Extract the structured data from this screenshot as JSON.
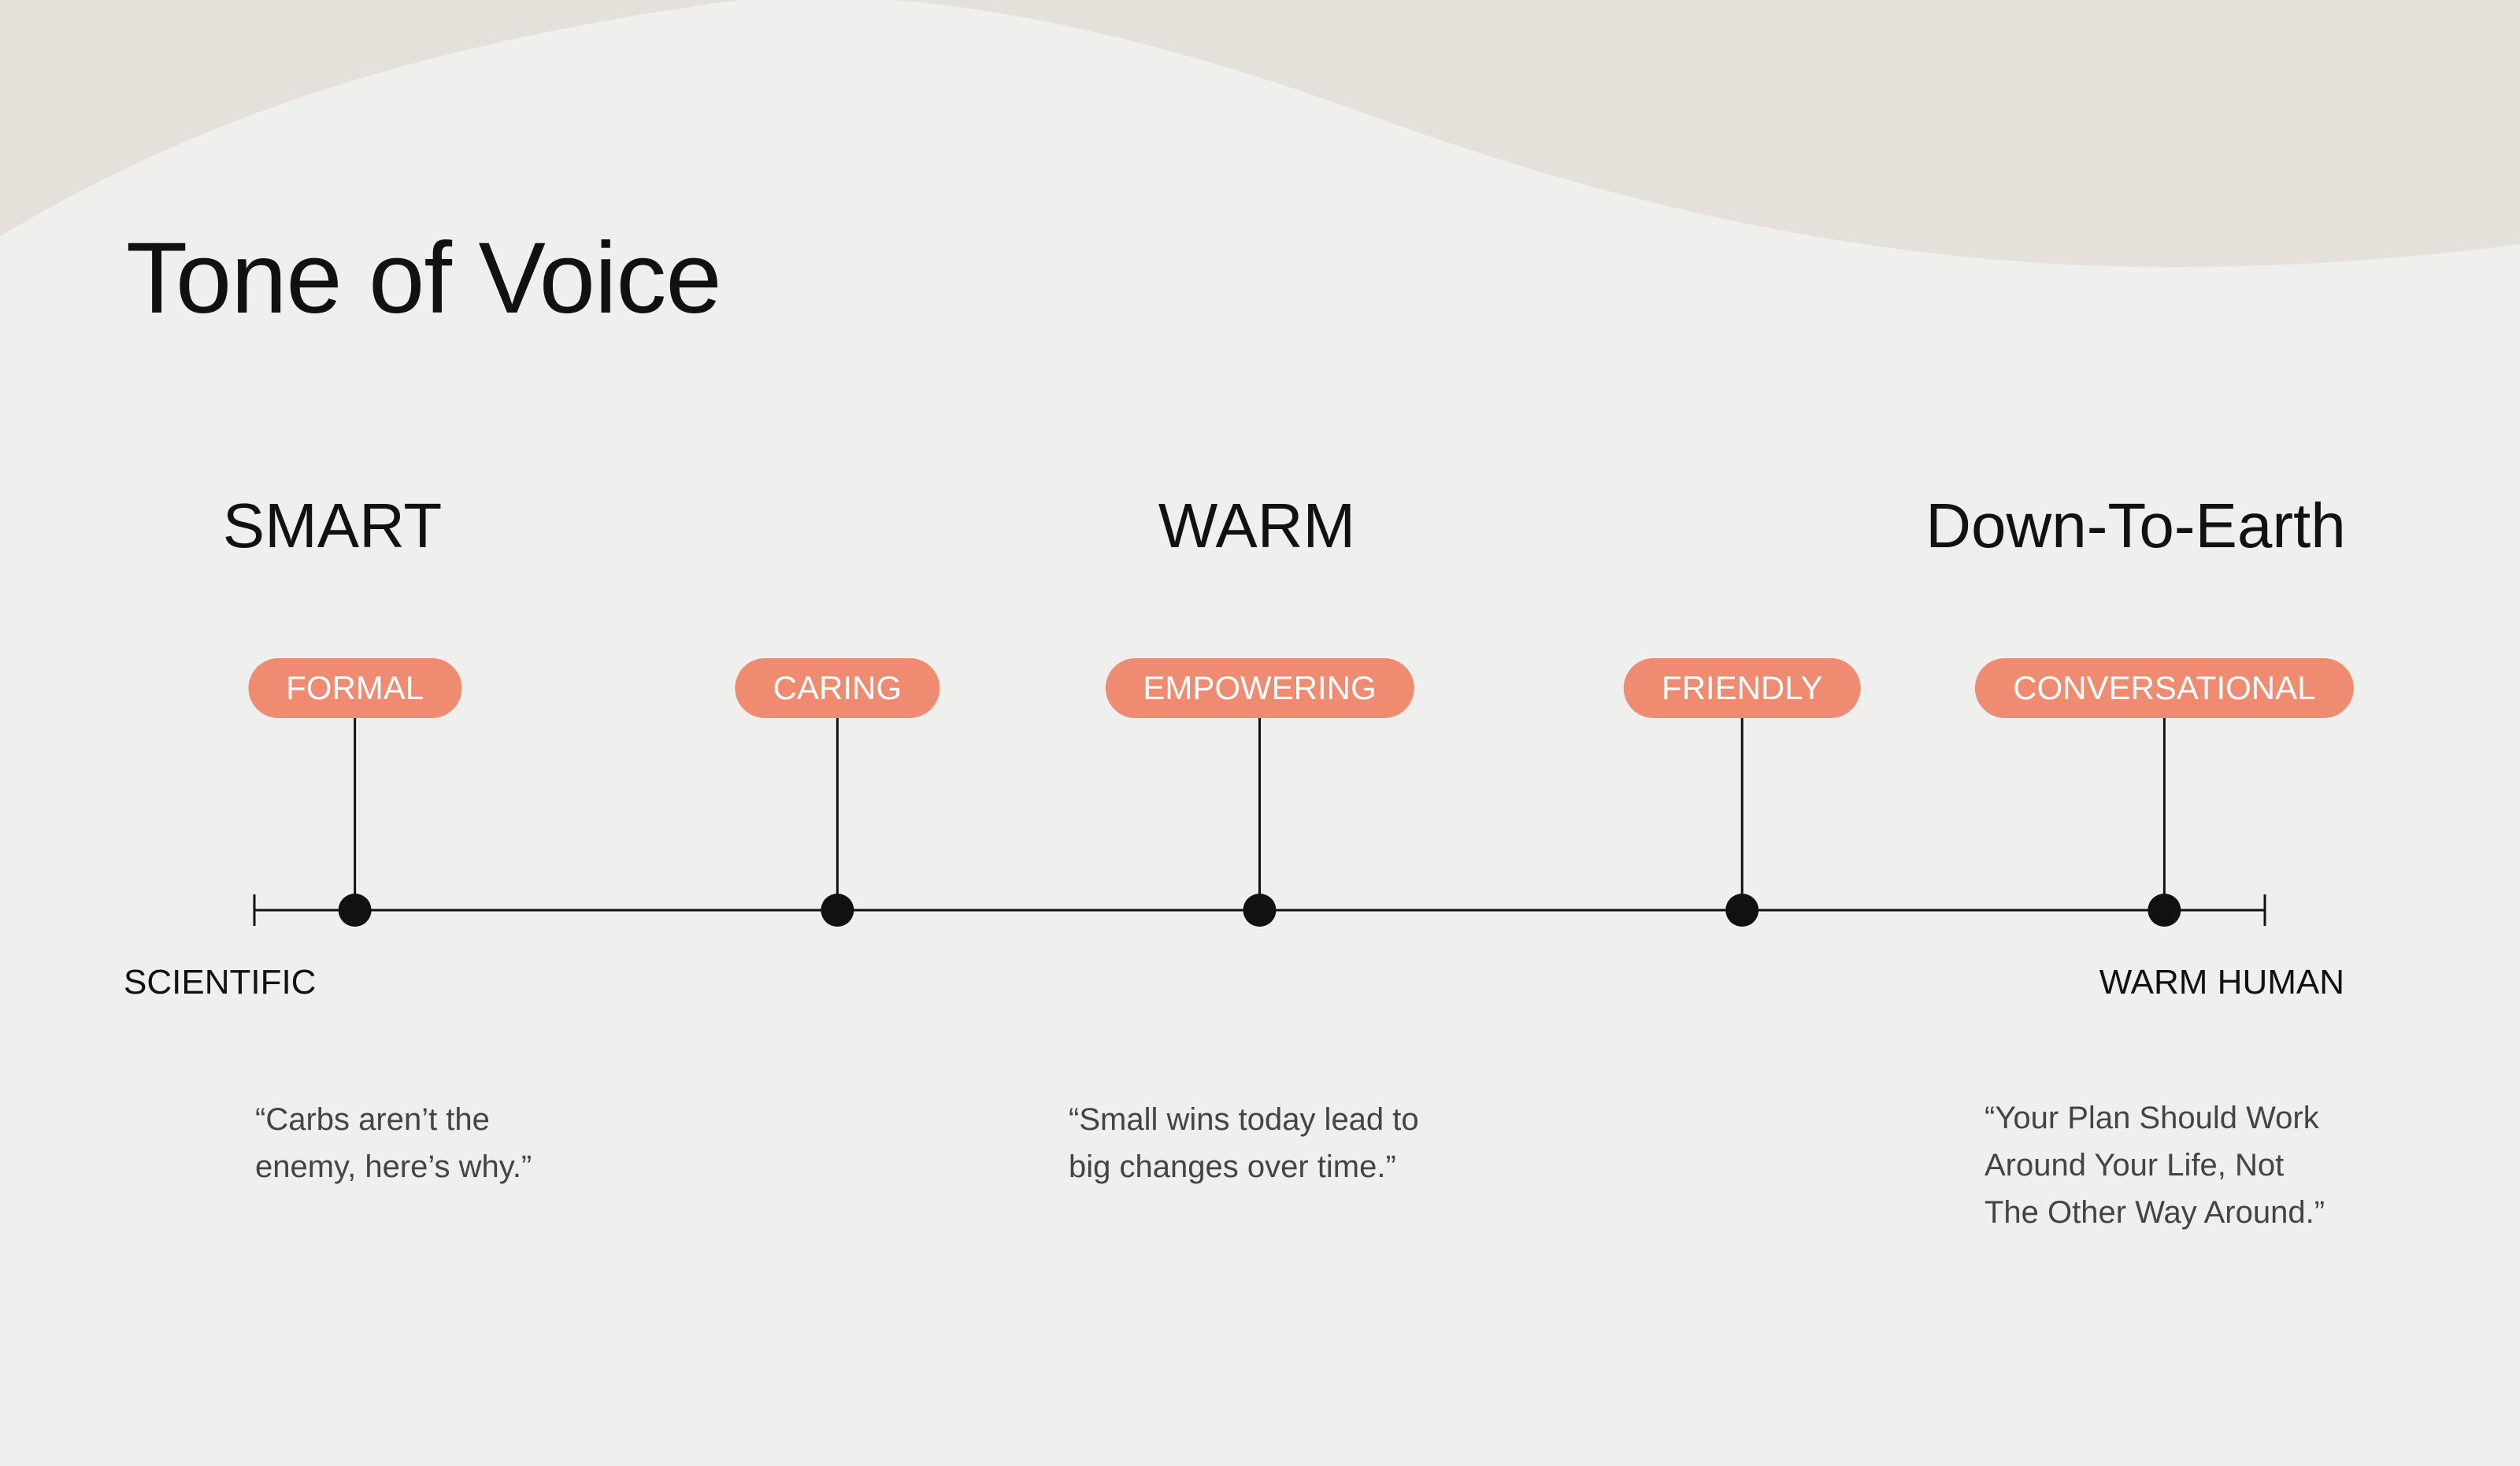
{
  "title": "Tone of Voice",
  "colors": {
    "pill": "#EE8B70",
    "background": "#EFEFEE",
    "wave": "#E6E0DB",
    "line": "#111111"
  },
  "headings": [
    "SMART",
    "WARM",
    "Down-To-Earth"
  ],
  "scale": {
    "left_label": "SCIENTIFIC",
    "right_label": "WARM HUMAN",
    "points": [
      {
        "label": "FORMAL",
        "position": 0.05
      },
      {
        "label": "CARING",
        "position": 0.29
      },
      {
        "label": "EMPOWERING",
        "position": 0.5
      },
      {
        "label": "FRIENDLY",
        "position": 0.74
      },
      {
        "label": "CONVERSATIONAL",
        "position": 0.95
      }
    ]
  },
  "quotes": [
    "“Carbs aren’t the\nenemy, here’s why.”",
    "“Small wins today lead to\nbig changes over time.”",
    "“Your Plan Should Work\nAround Your Life, Not\nThe Other Way Around.”"
  ]
}
